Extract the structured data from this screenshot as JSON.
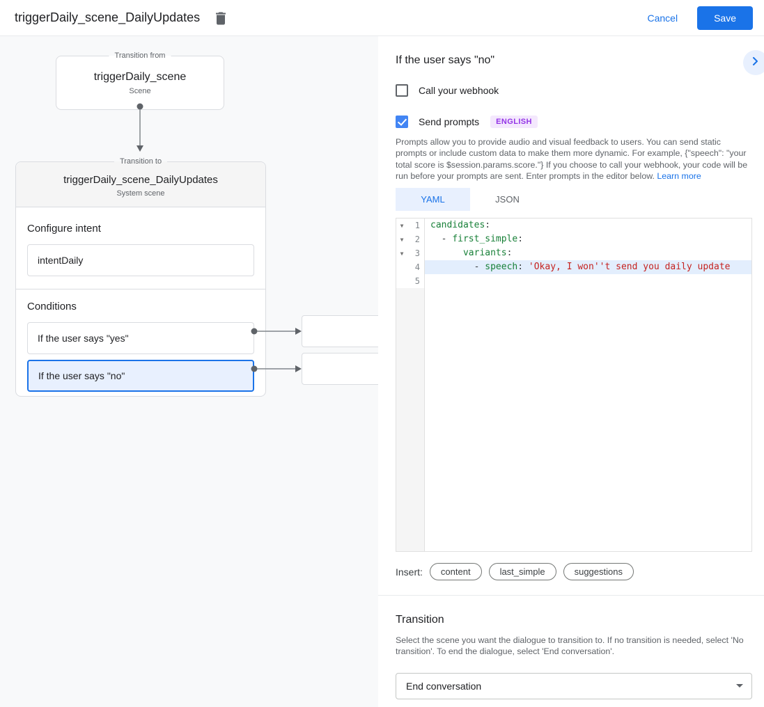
{
  "header": {
    "title": "triggerDaily_scene_DailyUpdates",
    "cancel_label": "Cancel",
    "save_label": "Save"
  },
  "canvas": {
    "from_card": {
      "legend": "Transition from",
      "title": "triggerDaily_scene",
      "subtitle": "Scene"
    },
    "to_card": {
      "legend": "Transition to",
      "title": "triggerDaily_scene_DailyUpdates",
      "subtitle": "System scene",
      "configure_intent_label": "Configure intent",
      "intent_value": "intentDaily",
      "conditions_label": "Conditions",
      "conditions": [
        {
          "label": "If the user says \"yes\"",
          "selected": false
        },
        {
          "label": "If the user says \"no\"",
          "selected": true
        }
      ]
    }
  },
  "panel": {
    "heading": "If the user says \"no\"",
    "webhook_checkbox": {
      "label": "Call your webhook",
      "checked": false
    },
    "prompts_checkbox": {
      "label": "Send prompts",
      "checked": true,
      "badge": "ENGLISH"
    },
    "description": "Prompts allow you to provide audio and visual feedback to users. You can send static prompts or include custom data to make them more dynamic. For example, {\"speech\": \"your total score is $session.params.score.\"} If you choose to call your webhook, your code will be run before your prompts are sent. Enter prompts in the editor below. ",
    "learn_more_label": "Learn more",
    "tabs": [
      {
        "label": "YAML",
        "active": true
      },
      {
        "label": "JSON",
        "active": false
      }
    ],
    "editor": {
      "lines": [
        {
          "num": 1,
          "fold": true,
          "highlight": false,
          "segments": [
            {
              "t": "candidates",
              "c": "key"
            },
            {
              "t": ":",
              "c": "plain"
            }
          ]
        },
        {
          "num": 2,
          "fold": true,
          "highlight": false,
          "segments": [
            {
              "t": "  - ",
              "c": "plain"
            },
            {
              "t": "first_simple",
              "c": "key"
            },
            {
              "t": ":",
              "c": "plain"
            }
          ]
        },
        {
          "num": 3,
          "fold": true,
          "highlight": false,
          "segments": [
            {
              "t": "      ",
              "c": "plain"
            },
            {
              "t": "variants",
              "c": "key"
            },
            {
              "t": ":",
              "c": "plain"
            }
          ]
        },
        {
          "num": 4,
          "fold": false,
          "highlight": true,
          "segments": [
            {
              "t": "        - ",
              "c": "plain"
            },
            {
              "t": "speech",
              "c": "key"
            },
            {
              "t": ": ",
              "c": "plain"
            },
            {
              "t": "'Okay, I won''t send you daily update",
              "c": "string"
            }
          ]
        },
        {
          "num": 5,
          "fold": false,
          "highlight": false,
          "segments": []
        }
      ]
    },
    "insert_label": "Insert:",
    "insert_chips": [
      "content",
      "last_simple",
      "suggestions"
    ],
    "transition": {
      "heading": "Transition",
      "description": "Select the scene you want the dialogue to transition to. If no transition is needed, select 'No transition'. To end the dialogue, select 'End conversation'.",
      "select_value": "End conversation"
    }
  },
  "colors": {
    "accent_blue": "#1a73e8",
    "checkbox_blue": "#4285f4",
    "selected_condition_bg": "#e8f0fe",
    "badge_purple": "#9334e6",
    "badge_bg": "#f4e8fd",
    "code_key_green": "#188038",
    "code_string_red": "#c5221f",
    "code_highlight": "#e3eefd",
    "canvas_bg": "#f8f9fa"
  }
}
